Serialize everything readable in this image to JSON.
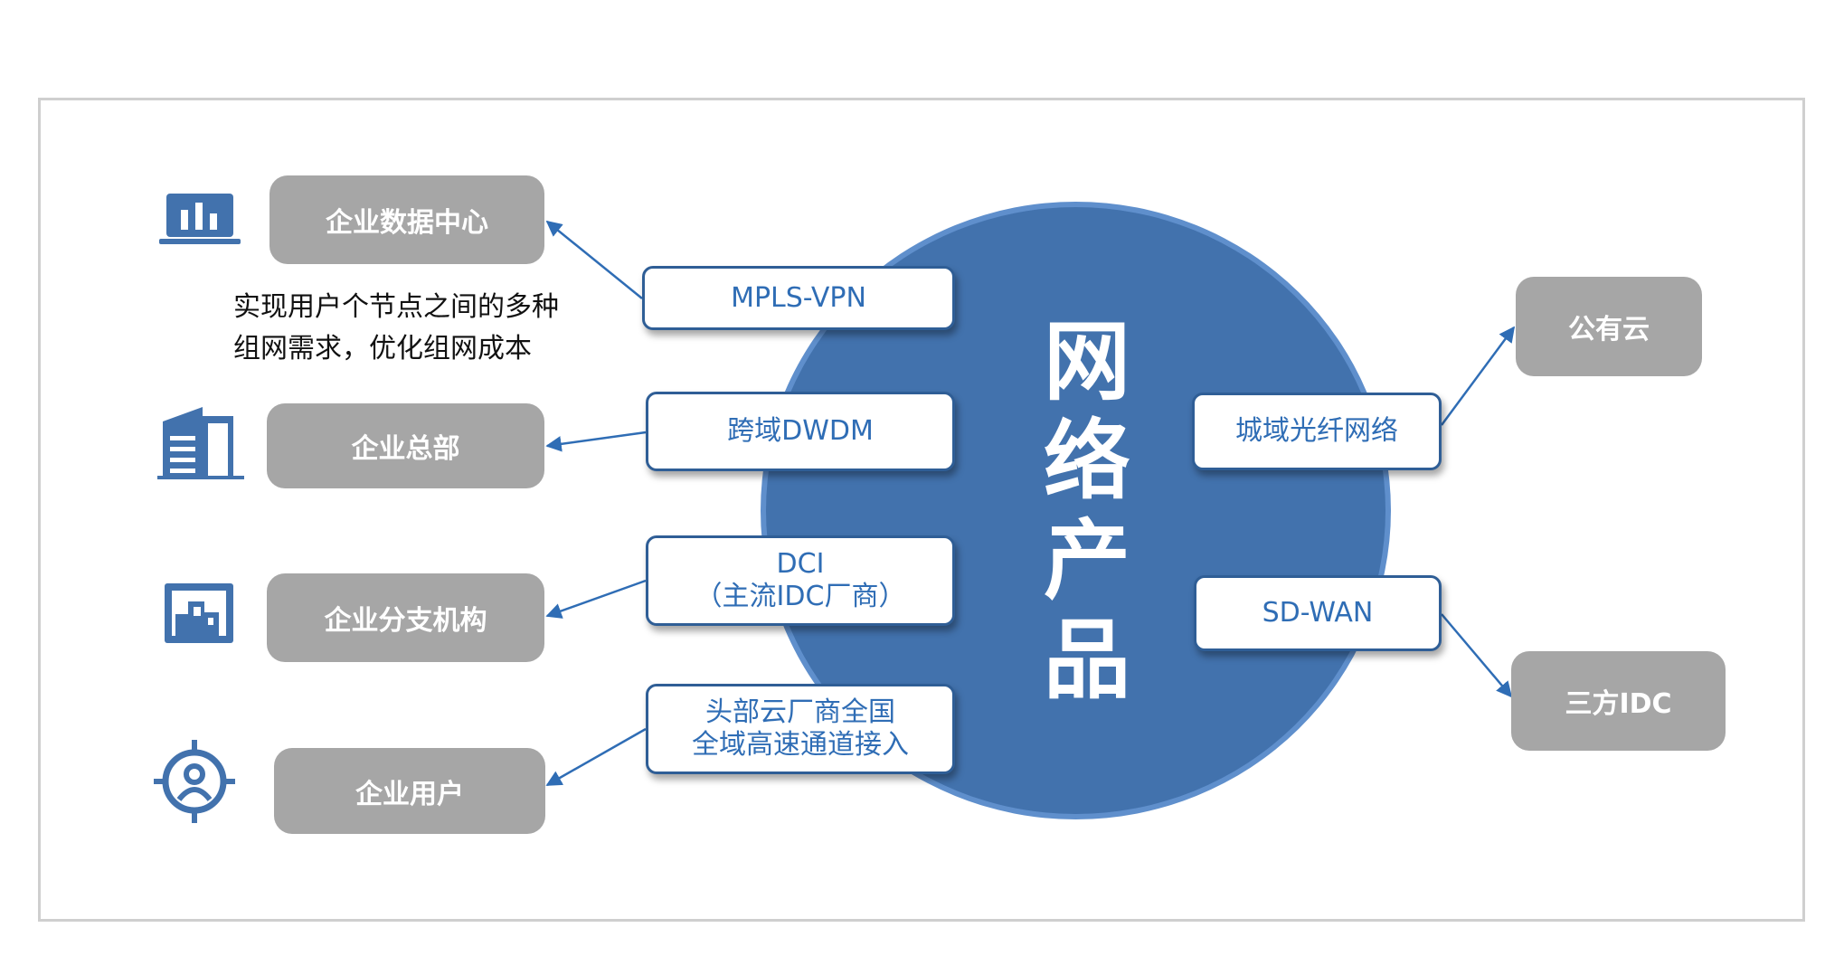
{
  "center": {
    "title_chars": [
      "网",
      "络",
      "产",
      "品"
    ]
  },
  "description": {
    "line1": "实现用户个节点之间的多种",
    "line2": "组网需求，优化组网成本"
  },
  "targets_left": [
    {
      "label": "企业数据中心",
      "icon": "bar-chart-laptop-icon"
    },
    {
      "label": "企业总部",
      "icon": "office-building-icon"
    },
    {
      "label": "企业分支机构",
      "icon": "branch-window-icon"
    },
    {
      "label": "企业用户",
      "icon": "user-target-icon"
    }
  ],
  "products_left": [
    {
      "lines": [
        "MPLS-VPN"
      ]
    },
    {
      "lines": [
        "跨域DWDM"
      ]
    },
    {
      "lines": [
        "DCI",
        "（主流IDC厂商）"
      ]
    },
    {
      "lines": [
        "头部云厂商全国",
        "全域高速通道接入"
      ]
    }
  ],
  "products_right": [
    {
      "lines": [
        "城域光纤网络"
      ]
    },
    {
      "lines": [
        "SD-WAN"
      ]
    }
  ],
  "targets_right": [
    {
      "label": "公有云"
    },
    {
      "label": "三方IDC"
    }
  ],
  "colors": {
    "circle": "#4272ad",
    "icon": "#4272ad",
    "box_gray": "#a6a6a6",
    "product_text": "#2f6db5",
    "arrow": "#2f6db5"
  }
}
